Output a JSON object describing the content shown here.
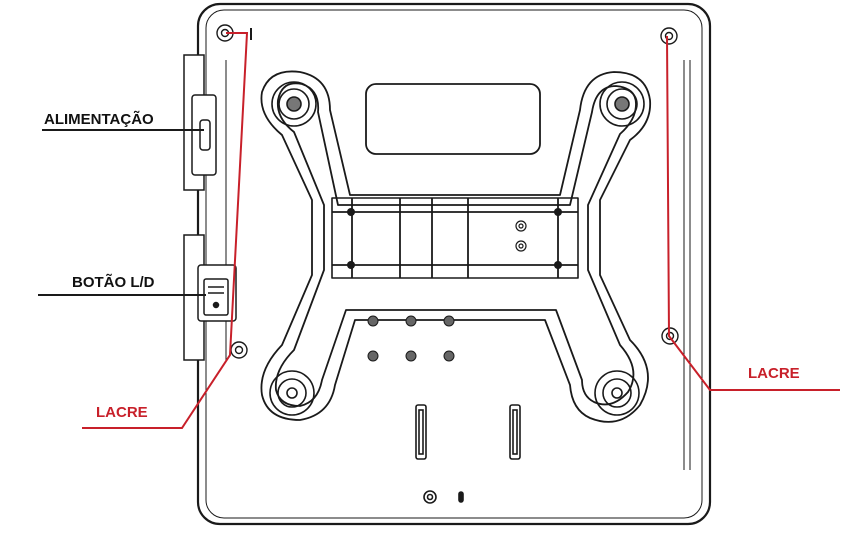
{
  "labels": {
    "power": "ALIMENTAÇÃO",
    "button": "BOTÃO L/D",
    "seal_left": "LACRE",
    "seal_right": "LACRE"
  },
  "colors": {
    "outline": "#1a1a1a",
    "seal_line": "#c8202a",
    "label_text": "#111111",
    "seal_text": "#c8202a"
  }
}
